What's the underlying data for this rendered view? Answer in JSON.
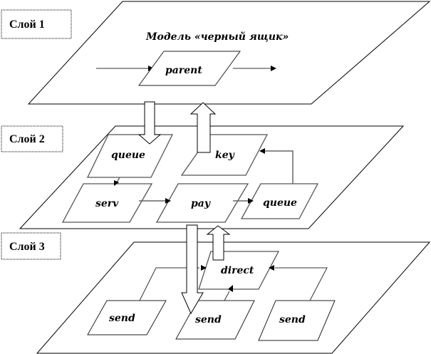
{
  "diagram": {
    "layers": [
      {
        "label": "Слой 1",
        "title": "Модель «черный ящик»",
        "nodes": [
          "parent"
        ]
      },
      {
        "label": "Слой 2",
        "nodes": [
          "queue",
          "key",
          "serv",
          "pay",
          "queue"
        ]
      },
      {
        "label": "Слой 3",
        "nodes": [
          "direct",
          "send",
          "send",
          "send"
        ]
      }
    ],
    "nodes": {
      "parent": "parent",
      "l2_queue_top": "queue",
      "l2_key": "key",
      "l2_serv": "serv",
      "l2_pay": "pay",
      "l2_queue_right": "queue",
      "l3_direct": "direct",
      "l3_send_left": "send",
      "l3_send_mid": "send",
      "l3_send_right": "send"
    },
    "edges": [
      {
        "from": "input",
        "to": "parent"
      },
      {
        "from": "parent",
        "to": "output"
      },
      {
        "from": "l2_queue_top",
        "to": "l2_serv"
      },
      {
        "from": "l2_serv",
        "to": "l2_pay"
      },
      {
        "from": "l2_pay",
        "to": "l2_queue_right"
      },
      {
        "from": "l2_queue_right",
        "to": "l2_key"
      },
      {
        "from": "l3_send_left",
        "to": "l3_direct"
      },
      {
        "from": "l3_send_mid",
        "to": "l3_direct"
      },
      {
        "from": "l3_send_right",
        "to": "l3_direct"
      },
      {
        "from": "layer1",
        "to": "l2_queue_top",
        "kind": "block-down"
      },
      {
        "from": "l2_key",
        "to": "layer1",
        "kind": "block-up"
      },
      {
        "from": "layer2",
        "to": "l3_send_mid",
        "kind": "block-down"
      },
      {
        "from": "l3_direct",
        "to": "layer2",
        "kind": "block-up"
      }
    ]
  }
}
